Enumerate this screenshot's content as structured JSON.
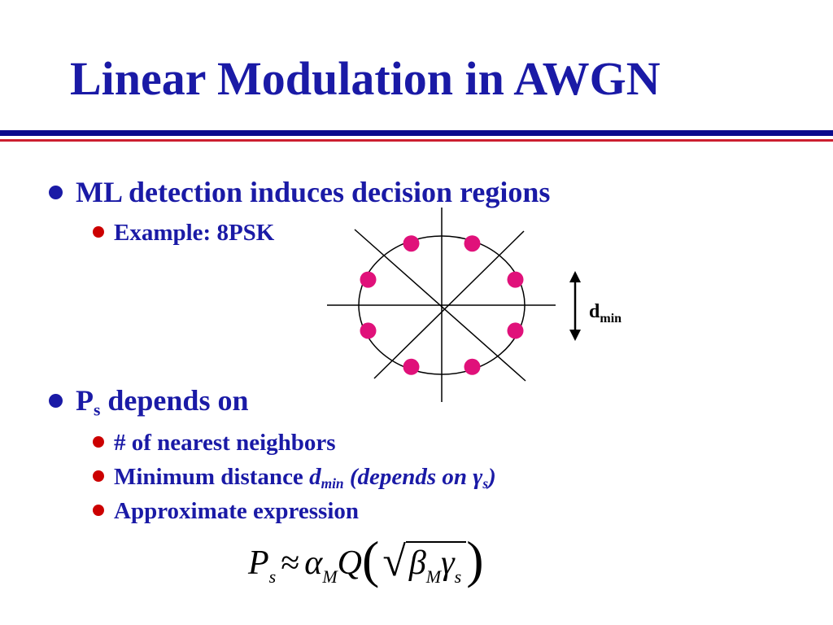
{
  "slide": {
    "title": "Linear Modulation in AWGN",
    "colors": {
      "title": "#1a1aa6",
      "rule_blue": "#0a0a8c",
      "rule_red": "#cc1f2f",
      "bullet_lvl1": "#1a1aa6",
      "bullet_lvl2": "#cc0000",
      "text": "#1a1aa6",
      "constellation_point": "#e0117a",
      "axes": "#000000"
    },
    "bullets": [
      {
        "text": "ML detection induces decision regions",
        "children": [
          {
            "text": "Example: 8PSK"
          }
        ]
      },
      {
        "text_main": "P",
        "text_sub": "s",
        "text_rest": " depends on",
        "children": [
          {
            "text": "# of nearest neighbors"
          },
          {
            "text_pre": "Minimum distance ",
            "text_d": "d",
            "text_dsub": "min",
            "text_paren": " (depends on ",
            "text_gamma": "γ",
            "text_gsub": "s",
            "text_close": ")"
          },
          {
            "text": "Approximate expression"
          }
        ]
      }
    ],
    "diagram": {
      "type": "8PSK",
      "points": 8,
      "dmin_label_main": "d",
      "dmin_label_sub": "min"
    },
    "formula": {
      "lhs": "P",
      "lhs_sub": "s",
      "approx": "≈",
      "alpha": "α",
      "alpha_sub": "M",
      "q": "Q",
      "lparen": "(",
      "rparen": ")",
      "sqrt": "√",
      "beta": "β",
      "beta_sub": "M",
      "gamma": "γ",
      "gamma_sub": "s"
    }
  }
}
